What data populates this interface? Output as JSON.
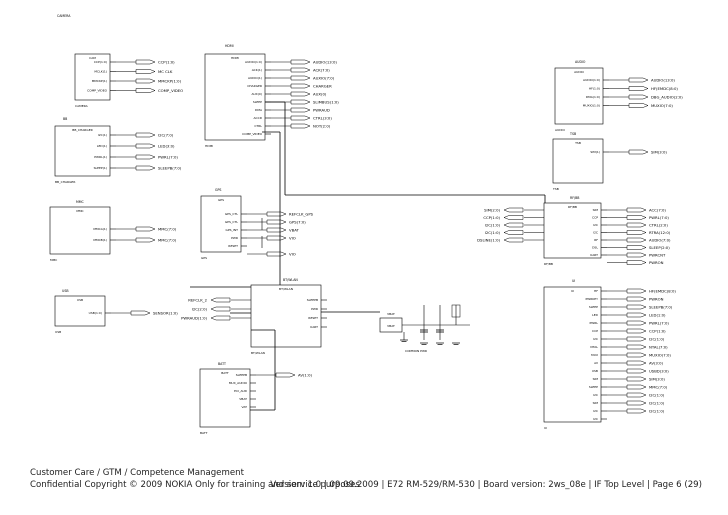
{
  "footer": {
    "line1": "Customer Care / GTM / Competence Management",
    "line2": "Confidential Copyright © 2009 NOKIA Only for training and service purposes",
    "version": "Version: 1.0  |  09.09.2009  |  E72 RM-529/RM-530  |  Board version: 2ws_08e  |  IF Top Level  |  Page 6 (29)"
  },
  "blocks": [
    {
      "id": "b1",
      "title": "CAMERA",
      "sub": "CAM",
      "ref": "CAMERA",
      "pins": [
        "CCP(1:0)",
        "MCLK(1)",
        "MMCKP(1)",
        "COMP_VIDEO"
      ],
      "nets": [
        "CCP(1:0)",
        "MC CLK",
        "MMCKP(1:0)",
        "COMP_VIDEO"
      ]
    },
    {
      "id": "b2",
      "title": "HDMI",
      "sub": "HDMI",
      "ref": "HDMI",
      "pins": [
        "AUDIO(1:0)",
        "ACK(1)",
        "AUDIO(1)",
        "CHARGER",
        "AUX(0)",
        "SLEEP",
        "DMA",
        "ACCD",
        "CTRL",
        "COMP_VIDEO"
      ],
      "nets": [
        "AUDIO(13:0)",
        "ACK(7:0)",
        "AUXIO(7:0)",
        "CHARGER",
        "AUX(0)",
        "SLIMBUS(1:0)",
        "PWRAUD",
        "CTRL(3:0)",
        "NOT(2:0)"
      ]
    },
    {
      "id": "b3",
      "title": "AUDIO",
      "sub": "AUDIO",
      "ref": "AUDIO",
      "pins": [
        "AUDIO(1:0)",
        "HF(1:0)",
        "DMA(1:0)",
        "MUXIO(1:0)"
      ],
      "nets": [
        "AUDIO(13:0)",
        "HF(EMDC(8:0)",
        "DBG_AUDIO(2:0)",
        "MUXIO(7:0)"
      ]
    },
    {
      "id": "b4",
      "title": "BB",
      "sub": "BB_CHARGER",
      "ref": "BB_CHARGER",
      "pins": [
        "I2C(1)",
        "LED(1)",
        "PWRL(1)",
        "SLEEP(1)"
      ],
      "nets": [
        "I2C(7:0)",
        "LED(3:0)",
        "PWRL(7:0)",
        "SLEEPB(7:0)"
      ]
    },
    {
      "id": "b5",
      "title": "TSB",
      "sub": "TSB",
      "ref": "TSB",
      "pins": [
        "SIM(1)"
      ],
      "nets": [
        "SIM(3:0)"
      ]
    },
    {
      "id": "b6",
      "title": "MMC",
      "sub": "MMC",
      "ref": "MMC",
      "pins": [
        "MMCA(1)",
        "MMCB(1)"
      ],
      "nets": [
        "MMC(7:0)",
        "MMC(7:0)"
      ]
    },
    {
      "id": "b7",
      "title": "GPS",
      "sub": "GPS",
      "ref": "GPS",
      "pins": [
        "GPS_CTL",
        "GPS_CTL",
        "GPS_INT",
        "PWR",
        "RESET",
        "CLK"
      ],
      "nets": [
        "REFCLK_GPS",
        "GPS(7:0)",
        "VBAT",
        "VIO",
        "",
        "VIO"
      ]
    },
    {
      "id": "b8",
      "title": "RF/BB",
      "sub": "RF/BB",
      "ref": "RF/BB",
      "left_nets": [
        "SIM(2:0)",
        "CCP(1:0)",
        "I2C(1:0)",
        "I2C(1:0)",
        "DSLINE(1:0)"
      ],
      "pins": [
        "SIM",
        "CCP",
        "I2C",
        "I2C",
        "RF",
        "DSL",
        "UART",
        "RESET",
        "SLEEP",
        "PWRON"
      ],
      "nets": [
        "ACC(7:0)",
        "PWRL(7:0)",
        "CTRL(2:0)",
        "RTRA(12:0)",
        "AUDIO(7:0)",
        "SLEEP(2:0)",
        "PWRCNT",
        "PWRON"
      ]
    },
    {
      "id": "b9",
      "title": "BT/WLAN",
      "sub": "BT/WLAN",
      "ref": "BT/WLAN",
      "pins": [
        "SLEEPB",
        "PWR",
        "RESET",
        "UART"
      ],
      "left_nets": [
        "REFCLK_2",
        "I2C(2:0)",
        "PWRAUD(1:0)"
      ],
      "nets": []
    },
    {
      "id": "b10",
      "title": "USB",
      "sub": "USB",
      "ref": "USB",
      "pins": [
        "USB(1:0)"
      ],
      "nets": [
        "SENSOR(1:0)"
      ]
    },
    {
      "id": "b11",
      "title": "BATT",
      "sub": "BATT",
      "ref": "BATT",
      "pins": [
        "SLEEPB",
        "MUX_AUDIO",
        "ECI_AUD",
        "VBAT",
        "VAT"
      ],
      "nets": [
        "AV(1:0)"
      ]
    },
    {
      "id": "b12",
      "title": "UI",
      "sub": "UI",
      "ref": "UI",
      "pins": [
        "HF",
        "PWRKEY",
        "SLEEP",
        "LED",
        "PWRL",
        "CCP",
        "I2C",
        "NTAL",
        "MUX",
        "AV",
        "USB",
        "SIM",
        "SLEEP",
        "I2C",
        "SIM",
        "I2C",
        "I2C"
      ],
      "nets": [
        "HF(EMDC(8:0)",
        "PWRON",
        "SLEEPB(7:0)",
        "LED(1:0)",
        "PWRL(7:0)",
        "CCP(1:0)",
        "I2C(1:0)",
        "NTAL(7:0)",
        "MUXIO(7:0)",
        "AV(3:0)",
        "USBD(3:0)",
        "SIM(3:0)",
        "MMC(7:0)",
        "I2C(1:0)",
        "I2C(1:0)",
        "I2C(1:0)"
      ]
    },
    {
      "id": "b13",
      "title": "PWR",
      "ref": "VBAT",
      "pins": [
        "VBAT"
      ],
      "nets": [
        "COMMON PWR"
      ]
    }
  ]
}
